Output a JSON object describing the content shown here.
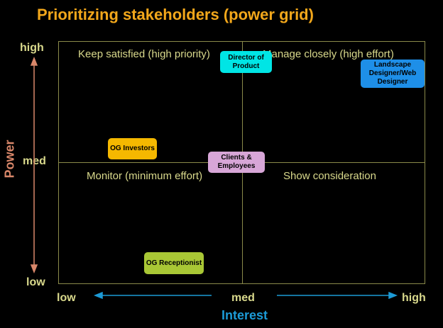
{
  "title": "Prioritizing stakeholders (power grid)",
  "axes": {
    "y_title": "Power",
    "y_ticks": {
      "high": "high",
      "med": "med",
      "low": "low"
    },
    "x_title": "Interest",
    "x_ticks": {
      "low": "low",
      "med": "med",
      "high": "high"
    }
  },
  "quadrants": {
    "top_left": "Keep satisfied (high priority)",
    "top_right": "Manage closely (high effort)",
    "bottom_left": "Monitor (minimum effort)",
    "bottom_right": "Show consideration"
  },
  "stakeholders": [
    {
      "id": "director",
      "label": "Director of Product",
      "color": "#00e5e5"
    },
    {
      "id": "landscape",
      "label": "Landscape Designer/Web Designer",
      "color": "#1e8fe8"
    },
    {
      "id": "investors",
      "label": "OG Investors",
      "color": "#f5b800"
    },
    {
      "id": "clients",
      "label": "Clients & Employees",
      "color": "#d7a6d7"
    },
    {
      "id": "receptionist",
      "label": "OG Receptionist",
      "color": "#a9c735"
    }
  ],
  "colors": {
    "title": "#f2a71b",
    "text": "#d9d98c",
    "power_axis": "#d9876a",
    "interest_axis": "#1c9ad6"
  }
}
